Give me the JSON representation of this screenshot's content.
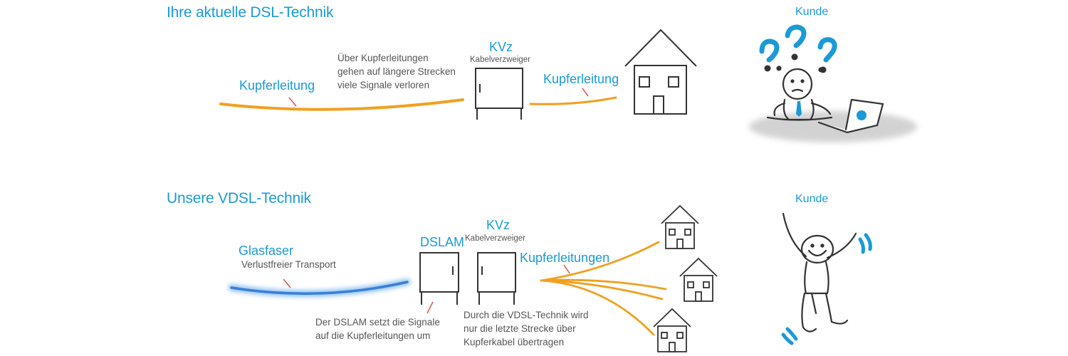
{
  "colors": {
    "accent_blue": "#1a9ad6",
    "copper_orange": "#f0a020",
    "fiber_blue": "#3a7fd8",
    "text_grey": "#555555",
    "sketch_line": "#333333"
  },
  "dsl": {
    "heading": "Ihre aktuelle DSL-Technik",
    "kupfer_left_label": "Kupferleitung",
    "kupfer_right_label": "Kupferleitung",
    "loss_note": "Über Kupferleitungen\ngehen auf längere Strecken\nviele Signale verloren",
    "kvz_label": "KVz",
    "kvz_sub": "Kabelverzweiger",
    "kunde_label": "Kunde",
    "icons": [
      "cabinet-icon",
      "house-icon",
      "confused-person-icon"
    ]
  },
  "vdsl": {
    "heading": "Unsere VDSL-Technik",
    "glasfaser_label": "Glasfaser",
    "glasfaser_sub": "Verlustfreier Transport",
    "dslam_label": "DSLAM",
    "kvz_label": "KVz",
    "kvz_sub": "Kabelverzweiger",
    "kupferleitungen_label": "Kupferleitungen",
    "dslam_note": "Der DSLAM setzt die Signale\nauf die Kupferleitungen um",
    "vdsl_note": "Durch die VDSL-Technik wird\nnur die letzte Strecke über\nKupferkabel übertragen",
    "kunde_label": "Kunde",
    "icons": [
      "cabinet-icon",
      "house-icon",
      "happy-person-icon"
    ]
  }
}
